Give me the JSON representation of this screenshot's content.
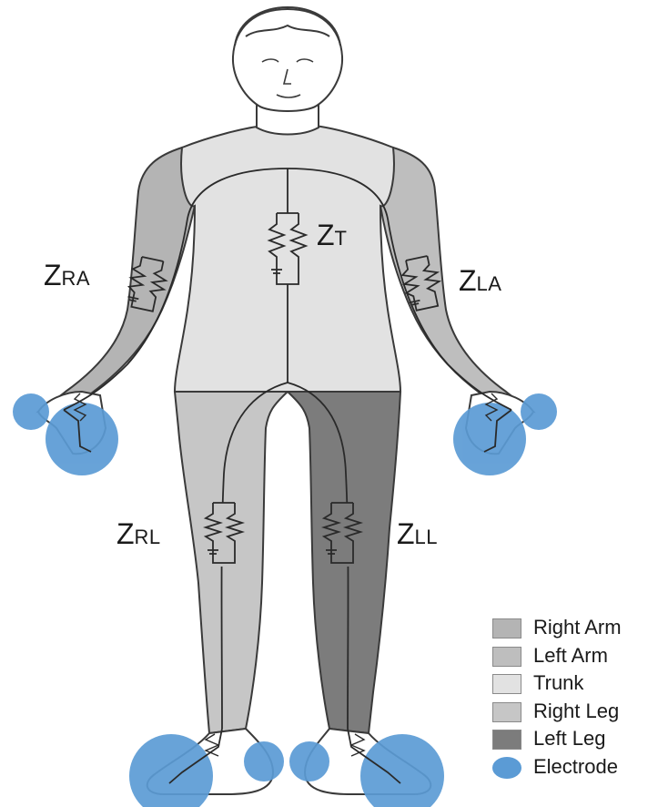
{
  "colors": {
    "right_arm": "#b4b4b4",
    "left_arm": "#bebebe",
    "trunk": "#e2e2e2",
    "right_leg": "#c6c6c6",
    "left_leg": "#7c7c7c",
    "electrode": "#5b9bd5",
    "outline": "#3a3a3a"
  },
  "impedances": [
    {
      "id": "zt",
      "prefix": "Z",
      "sub": "T"
    },
    {
      "id": "zra",
      "prefix": "Z",
      "sub": "RA"
    },
    {
      "id": "zla",
      "prefix": "Z",
      "sub": "LA"
    },
    {
      "id": "zrl",
      "prefix": "Z",
      "sub": "RL"
    },
    {
      "id": "zll",
      "prefix": "Z",
      "sub": "LL"
    }
  ],
  "legend": [
    {
      "label": "Right Arm",
      "color_key": "right_arm",
      "shape": "rect"
    },
    {
      "label": "Left Arm",
      "color_key": "left_arm",
      "shape": "rect"
    },
    {
      "label": "Trunk",
      "color_key": "trunk",
      "shape": "rect"
    },
    {
      "label": "Right Leg",
      "color_key": "right_leg",
      "shape": "rect"
    },
    {
      "label": "Left Leg",
      "color_key": "left_leg",
      "shape": "rect"
    },
    {
      "label": "Electrode",
      "color_key": "electrode",
      "shape": "circle"
    }
  ]
}
